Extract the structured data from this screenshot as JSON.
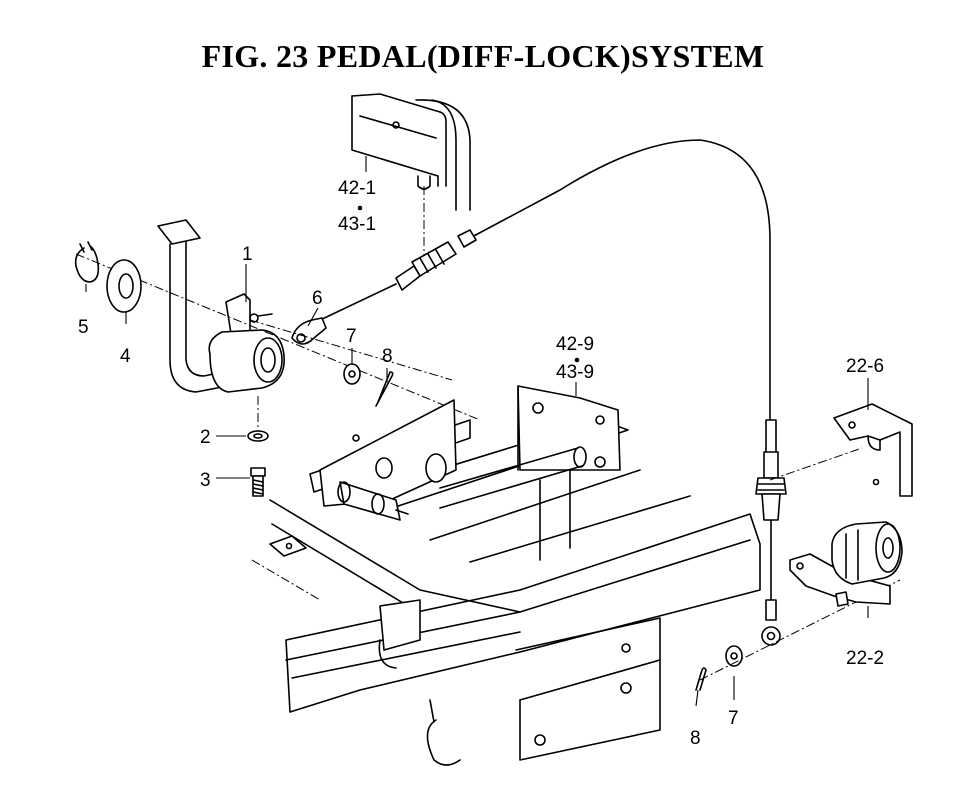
{
  "title": "FIG. 23  PEDAL(DIFF-LOCK)SYSTEM",
  "labels": {
    "p1": "1",
    "p2": "2",
    "p3": "3",
    "p4": "4",
    "p5": "5",
    "p6": "6",
    "p7a": "7",
    "p7b": "7",
    "p8a": "8",
    "p8b": "8",
    "p42_1": "42-1",
    "p43_1": "43-1",
    "p42_9": "42-9",
    "p43_9": "43-9",
    "p22_6": "22-6",
    "p22_2": "22-2"
  }
}
